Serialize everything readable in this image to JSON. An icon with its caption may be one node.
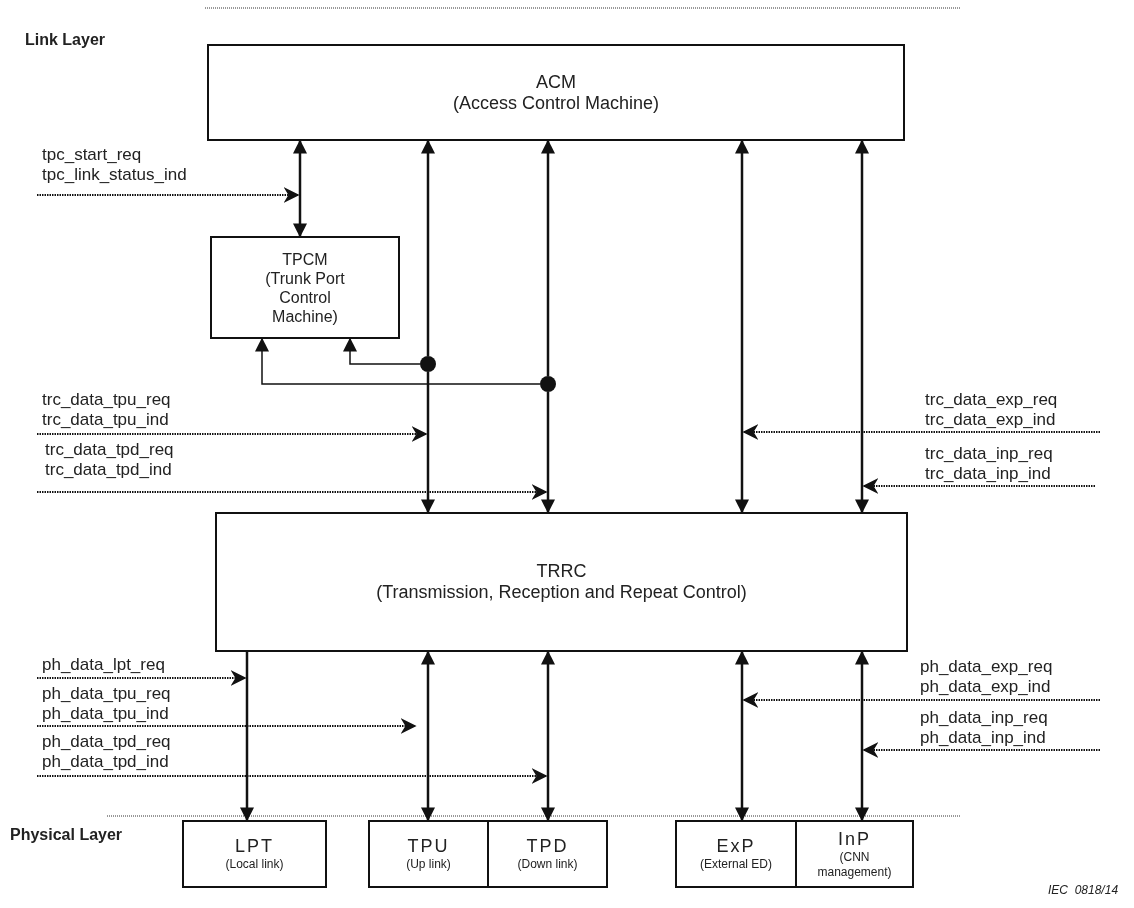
{
  "diagram": {
    "nodes": [
      {
        "text": [
          "ACM",
          "(Access Control Machine)"
        ]
      },
      {
        "text": [
          "TPCM",
          "(Trunk Port Control Machine)"
        ]
      },
      {
        "text": [
          "TRRC",
          "(Transmission, Reception and Repeat Control)"
        ]
      },
      {
        "text": [
          "LPT",
          "(Local link)"
        ]
      },
      {
        "text": [
          "TPU",
          "(Up link)"
        ]
      },
      {
        "text": [
          "TPD",
          "(Down link)"
        ]
      },
      {
        "text": [
          "ExP",
          "(External ED)"
        ]
      },
      {
        "text": [
          "InP",
          "(CNN management)"
        ]
      },
      {
        "text": [],
        "shape": "circle"
      },
      {
        "text": [],
        "shape": "circle"
      }
    ],
    "edges": [
      {
        "from": 0,
        "to": 1,
        "arrow": "both"
      },
      {
        "from": 8,
        "to": 0,
        "arrow": "to"
      },
      {
        "from": 8,
        "to": 2,
        "arrow": "to"
      },
      {
        "from": 9,
        "to": 0,
        "arrow": "to"
      },
      {
        "from": 9,
        "to": 2,
        "arrow": "to"
      },
      {
        "from": 0,
        "to": 2,
        "arrow": "both"
      },
      {
        "from": 0,
        "to": 2,
        "arrow": "both"
      },
      {
        "from": 8,
        "to": 1,
        "arrow": "to"
      },
      {
        "from": 9,
        "to": 1,
        "arrow": "to"
      },
      {
        "from": 2,
        "to": 3,
        "arrow": "to"
      },
      {
        "from": 2,
        "to": 4,
        "arrow": "both"
      },
      {
        "from": 2,
        "to": 5,
        "arrow": "both"
      },
      {
        "from": 2,
        "to": 6,
        "arrow": "both"
      },
      {
        "from": 2,
        "to": 7,
        "arrow": "both"
      }
    ],
    "labels": [
      "Link Layer",
      "tpc_start_req",
      "tpc_link_status_ind",
      "trc_data_tpu_req",
      "trc_data_tpu_ind",
      "trc_data_tpd_req",
      "trc_data_tpd_ind",
      "trc_data_exp_req",
      "trc_data_exp_ind",
      "trc_data_inp_req",
      "trc_data_inp_ind",
      "ph_data_lpt_req",
      "ph_data_tpu_req",
      "ph_data_tpu_ind",
      "ph_data_tpd_req",
      "ph_data_tpd_ind",
      "ph_data_exp_req",
      "ph_data_exp_ind",
      "ph_data_inp_req",
      "ph_data_inp_ind",
      "Physical Layer",
      "IEC  0818/14"
    ]
  }
}
